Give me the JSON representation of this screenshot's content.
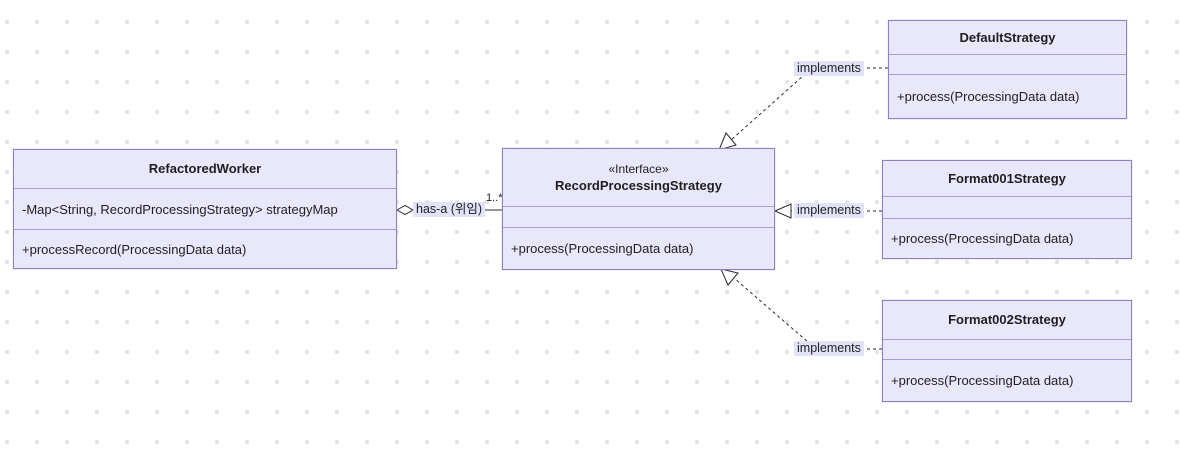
{
  "classes": [
    {
      "name": "RefactoredWorker",
      "stereotype": "",
      "attributes": [
        "-Map<String, RecordProcessingStrategy> strategyMap"
      ],
      "methods": [
        "+processRecord(ProcessingData data)"
      ]
    },
    {
      "name": "RecordProcessingStrategy",
      "stereotype": "«Interface»",
      "attributes": [],
      "methods": [
        "+process(ProcessingData data)"
      ]
    },
    {
      "name": "DefaultStrategy",
      "stereotype": "",
      "attributes": [],
      "methods": [
        "+process(ProcessingData data)"
      ]
    },
    {
      "name": "Format001Strategy",
      "stereotype": "",
      "attributes": [],
      "methods": [
        "+process(ProcessingData data)"
      ]
    },
    {
      "name": "Format002Strategy",
      "stereotype": "",
      "attributes": [],
      "methods": [
        "+process(ProcessingData data)"
      ]
    }
  ],
  "edges": [
    {
      "type": "aggregation",
      "from": "RefactoredWorker",
      "to": "RecordProcessingStrategy",
      "label": "has-a (위임)",
      "multiplicity": "1..*"
    },
    {
      "type": "realization",
      "from": "DefaultStrategy",
      "to": "RecordProcessingStrategy",
      "label": "implements"
    },
    {
      "type": "realization",
      "from": "Format001Strategy",
      "to": "RecordProcessingStrategy",
      "label": "implements"
    },
    {
      "type": "realization",
      "from": "Format002Strategy",
      "to": "RecordProcessingStrategy",
      "label": "implements"
    }
  ],
  "colors": {
    "box_fill": "#e8e7fb",
    "box_border": "#8f7ec8",
    "divider": "#a89bd8",
    "label_bg": "#e2e2f8",
    "line": "#2a2a2a",
    "background_dot": "#e2e2e2",
    "text": "#1f1f1f"
  }
}
